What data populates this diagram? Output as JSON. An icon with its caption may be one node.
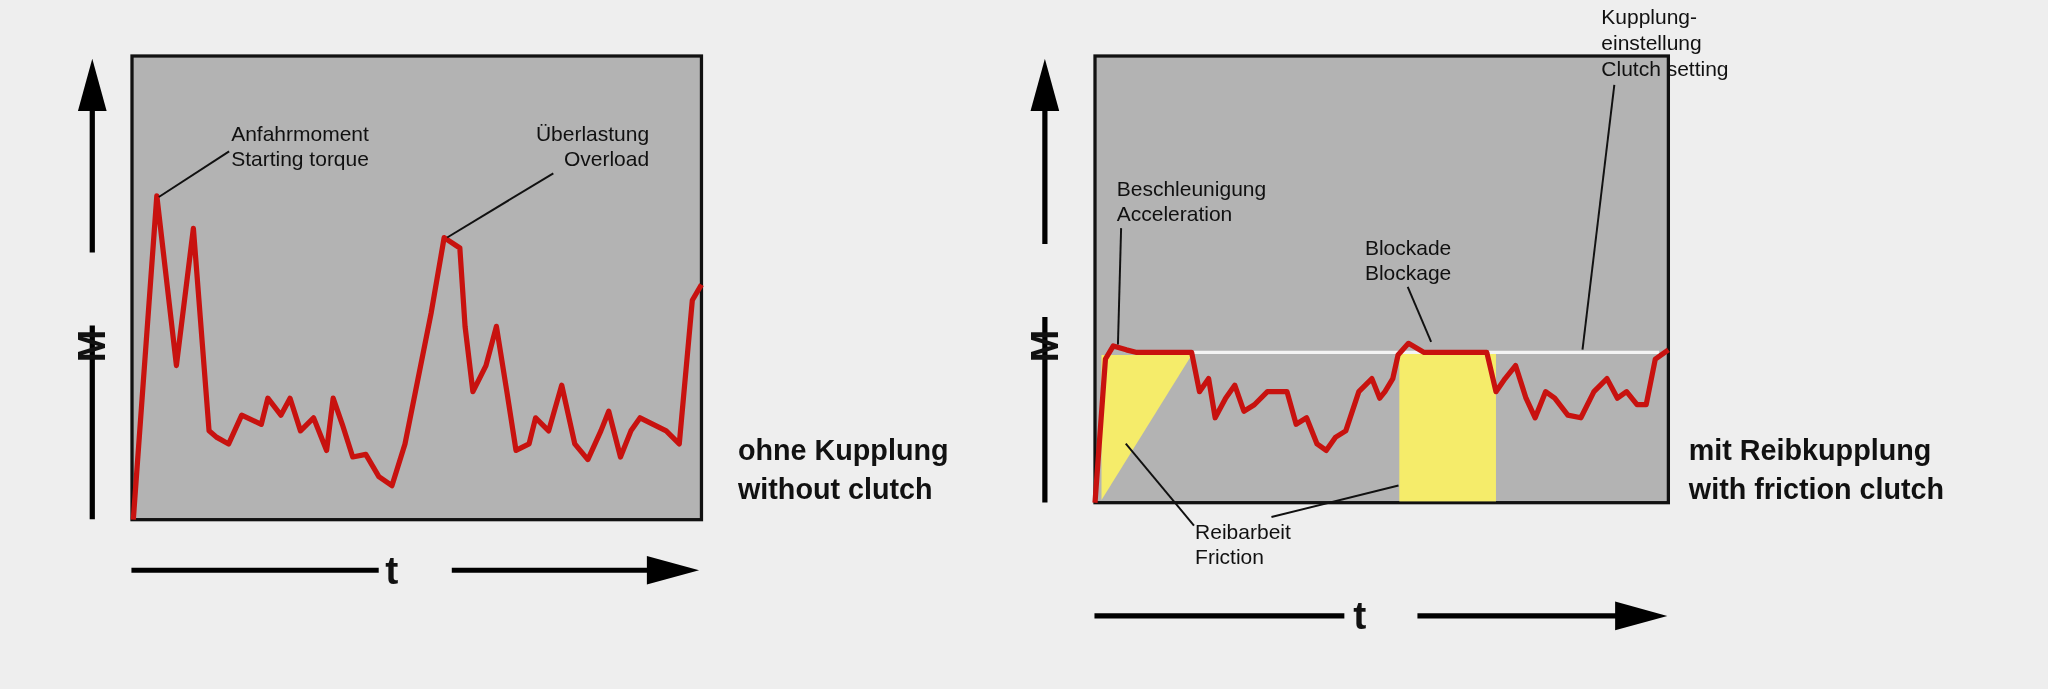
{
  "diagram": {
    "nodes": [
      {
        "text": [
          "Anfahrmoment",
          "Starting torque"
        ],
        "in": 6
      },
      {
        "text": [
          "Überlastung",
          "Overload"
        ],
        "in": 6
      },
      {
        "text": [
          "Beschleunigung",
          "Acceleration"
        ],
        "in": 7
      },
      {
        "text": [
          "Blockade",
          "Blockage"
        ],
        "in": 7
      },
      {
        "text": [
          "Kupplung- einstellung",
          "Clutch setting"
        ]
      },
      {
        "text": [
          "Reibarbeit",
          "Friction"
        ]
      },
      {
        "text": [],
        "shape": "picture",
        "beside": [
          "M",
          "t",
          "ohne Kupplung",
          "without clutch"
        ]
      },
      {
        "text": [],
        "shape": "picture",
        "beside": [
          "M",
          "t",
          "mit Reibkupplung",
          "with friction clutch"
        ]
      },
      {
        "text": [],
        "shape": "triangle",
        "in": 7
      },
      {
        "text": [],
        "shape": "box",
        "in": 7
      }
    ],
    "edges": [
      {
        "from": 0,
        "to": 6,
        "arrow": "none"
      },
      {
        "from": 1,
        "to": 6,
        "arrow": "none"
      },
      {
        "from": 2,
        "to": 7,
        "arrow": "none"
      },
      {
        "from": 3,
        "to": 7,
        "arrow": "none"
      },
      {
        "from": 4,
        "to": 7,
        "arrow": "none"
      },
      {
        "from": 5,
        "to": 8,
        "arrow": "none"
      },
      {
        "from": 5,
        "to": 9,
        "arrow": "none"
      }
    ]
  }
}
